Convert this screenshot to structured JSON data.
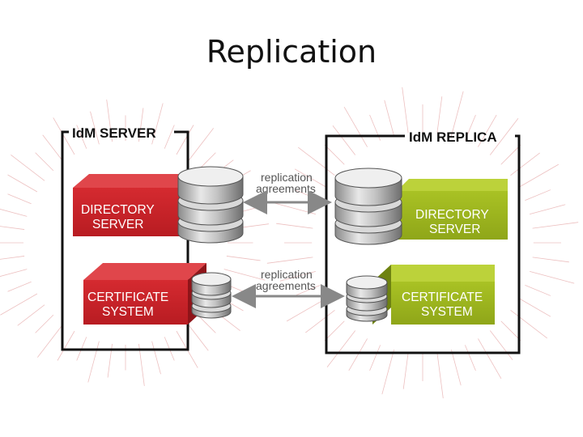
{
  "slide": {
    "title": "Replication"
  },
  "diagram": {
    "server_box": {
      "title": "IdM SERVER"
    },
    "replica_box": {
      "title": "IdM REPLICA"
    },
    "server": {
      "directory": {
        "line1": "DIRECTORY",
        "line2": "SERVER"
      },
      "certificate": {
        "line1": "CERTIFICATE",
        "line2": "SYSTEM"
      }
    },
    "replica": {
      "directory": {
        "line1": "DIRECTORY",
        "line2": "SERVER"
      },
      "certificate": {
        "line1": "CERTIFICATE",
        "line2": "SYSTEM"
      }
    },
    "agreements": [
      {
        "line1": "replication",
        "line2": "agreements"
      },
      {
        "line1": "replication",
        "line2": "agreements"
      }
    ],
    "colors": {
      "red": "#c8222a",
      "green": "#9fb71f",
      "frame": "#111111",
      "arrow": "#888888"
    }
  }
}
